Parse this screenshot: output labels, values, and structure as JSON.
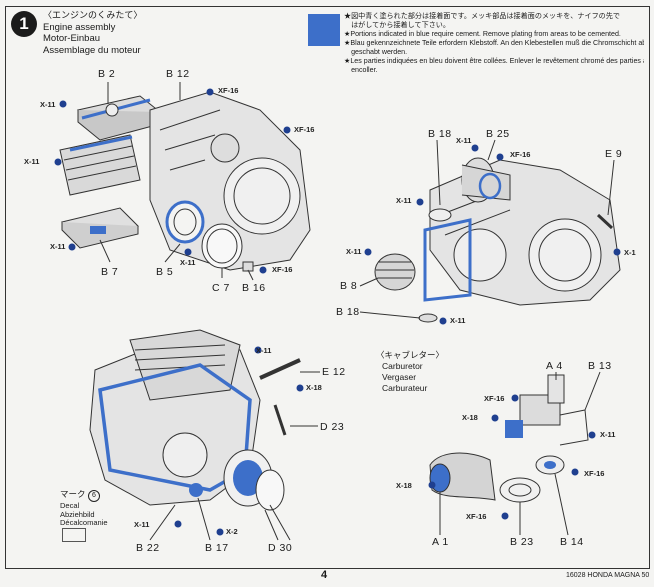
{
  "step": {
    "number": "1",
    "title_jp": "〈エンジンのくみたて〉",
    "title_en": "Engine assembly",
    "title_de": "Motor-Einbau",
    "title_fr": "Assemblage du moteur"
  },
  "legend": {
    "color": "#3d6fc9",
    "lines": [
      "★図中青く塗られた部分は接着面です。メッキ部品は接着面のメッキを、ナイフの先で",
      "　はがしてから接着して下さい。",
      "★Portions indicated in blue require cement. Remove plating from areas to be cemented.",
      "★Blau gekennzeichnete Teile erfordern Klebstoff. An den Klebestellen muß die Chromschicht ab-",
      "　geschabt werden.",
      "★Les parties indiquées en bleu doivent être collées. Enlever le revêtement chromé des parties à",
      "　encoller."
    ]
  },
  "carburetor": {
    "jp": "〈キャブレター〉",
    "en": "Carburetor",
    "de": "Vergaser",
    "fr": "Carburateur"
  },
  "parts": {
    "b2": "B 2",
    "b12": "B 12",
    "b7": "B 7",
    "b5": "B 5",
    "c7": "C 7",
    "b16": "B 16",
    "b18": "B 18",
    "b25": "B 25",
    "e9": "E 9",
    "b8": "B 8",
    "b18b": "B 18",
    "e12": "E 12",
    "d23": "D 23",
    "b22": "B 22",
    "b17": "B 17",
    "d30": "D 30",
    "a4": "A 4",
    "b13": "B 13",
    "a1": "A 1",
    "b23": "B 23",
    "b14": "B 14"
  },
  "screws": {
    "x11": "X-11",
    "x18": "X-18",
    "x1": "X-1",
    "x2": "X-2",
    "xf16": "XF-16"
  },
  "decal": {
    "mark_label": "マーク",
    "mark_num": "6",
    "en": "Decal",
    "de": "Abziehbild",
    "fr": "Décalcomanie"
  },
  "footer": {
    "page": "4",
    "ref": "16028 HONDA MAGNA 50"
  }
}
